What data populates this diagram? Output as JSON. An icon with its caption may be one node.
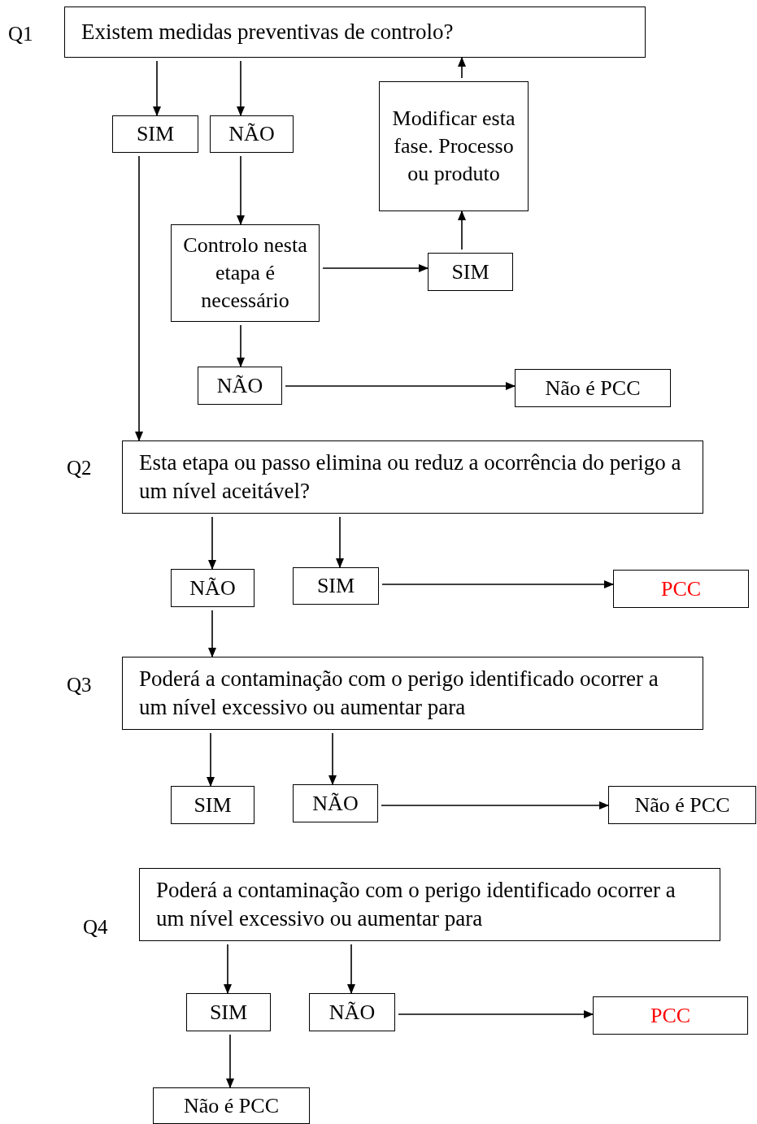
{
  "diagram": {
    "nodes": [
      {
        "text": [
          "Existem medidas preventivas de controlo?"
        ],
        "beside": [
          "Q1"
        ]
      },
      {
        "text": [
          "SIM"
        ]
      },
      {
        "text": [
          "NÃO"
        ]
      },
      {
        "text": [
          "Modificar esta fase. Processo ou produto"
        ]
      },
      {
        "text": [
          "Controlo nesta etapa é necessário"
        ]
      },
      {
        "text": [
          "SIM"
        ]
      },
      {
        "text": [
          "NÃO"
        ]
      },
      {
        "text": [
          "Não é PCC"
        ]
      },
      {
        "text": [
          "Esta etapa ou passo elimina ou reduz a ocorrência do perigo a um nível aceitável?"
        ],
        "beside": [
          "Q2"
        ]
      },
      {
        "text": [
          "NÃO"
        ]
      },
      {
        "text": [
          "SIM"
        ]
      },
      {
        "text": [
          "PCC"
        ]
      },
      {
        "text": [
          "Poderá a contaminação com o perigo identificado ocorrer a um nível excessivo ou aumentar para"
        ],
        "beside": [
          "Q3"
        ]
      },
      {
        "text": [
          "SIM"
        ]
      },
      {
        "text": [
          "NÃO"
        ]
      },
      {
        "text": [
          "Não é PCC"
        ]
      },
      {
        "text": [
          "Poderá a contaminação com o perigo identificado ocorrer a um nível excessivo ou aumentar para"
        ],
        "beside": [
          "Q4"
        ]
      },
      {
        "text": [
          "SIM"
        ]
      },
      {
        "text": [
          "NÃO"
        ]
      },
      {
        "text": [
          "PCC"
        ]
      },
      {
        "text": [
          "Não é PCC"
        ]
      }
    ],
    "edges": [
      {
        "from": 0,
        "to": 1,
        "arrow": "to"
      },
      {
        "from": 0,
        "to": 2,
        "arrow": "to"
      },
      {
        "from": 2,
        "to": 4,
        "arrow": "to"
      },
      {
        "from": 4,
        "to": 5,
        "arrow": "to"
      },
      {
        "from": 5,
        "to": 3,
        "arrow": "to"
      },
      {
        "from": 3,
        "to": 0,
        "arrow": "to"
      },
      {
        "from": 4,
        "to": 6,
        "arrow": "to"
      },
      {
        "from": 6,
        "to": 7,
        "arrow": "to"
      },
      {
        "from": 1,
        "to": 8,
        "arrow": "to"
      },
      {
        "from": 8,
        "to": 9,
        "arrow": "to"
      },
      {
        "from": 8,
        "to": 10,
        "arrow": "to"
      },
      {
        "from": 10,
        "to": 11,
        "arrow": "to"
      },
      {
        "from": 9,
        "to": 12,
        "arrow": "to"
      },
      {
        "from": 12,
        "to": 13,
        "arrow": "to"
      },
      {
        "from": 12,
        "to": 14,
        "arrow": "to"
      },
      {
        "from": 14,
        "to": 15,
        "arrow": "to"
      },
      {
        "from": 16,
        "to": 17,
        "arrow": "to"
      },
      {
        "from": 16,
        "to": 18,
        "arrow": "to"
      },
      {
        "from": 18,
        "to": 19,
        "arrow": "to"
      },
      {
        "from": 17,
        "to": 20,
        "arrow": "to"
      }
    ]
  }
}
